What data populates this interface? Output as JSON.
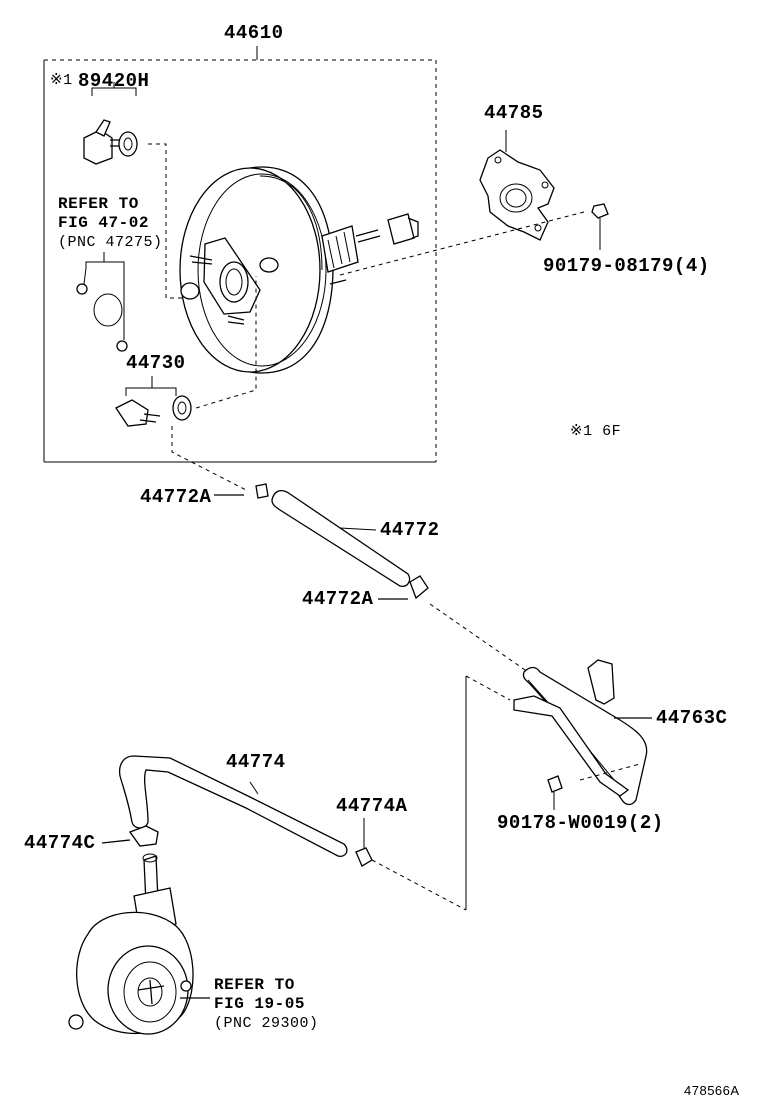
{
  "parts": {
    "p44610": "44610",
    "p89420h_mark": "※1",
    "p89420h": "89420H",
    "ref1_line1": "REFER TO",
    "ref1_line2": "FIG 47-02",
    "ref1_line3": "(PNC 47275)",
    "p44730": "44730",
    "p44785": "44785",
    "p90179": "90179-08179(4)",
    "note_6f": "※1 6F",
    "p44772a_top": "44772A",
    "p44772": "44772",
    "p44772a_bottom": "44772A",
    "p44763c": "44763C",
    "p90178": "90178-W0019(2)",
    "p44774": "44774",
    "p44774a": "44774A",
    "p44774c": "44774C",
    "ref2_line1": "REFER TO",
    "ref2_line2": "FIG 19-05",
    "ref2_line3": "(PNC 29300)"
  },
  "footer": {
    "code": "478566A"
  }
}
